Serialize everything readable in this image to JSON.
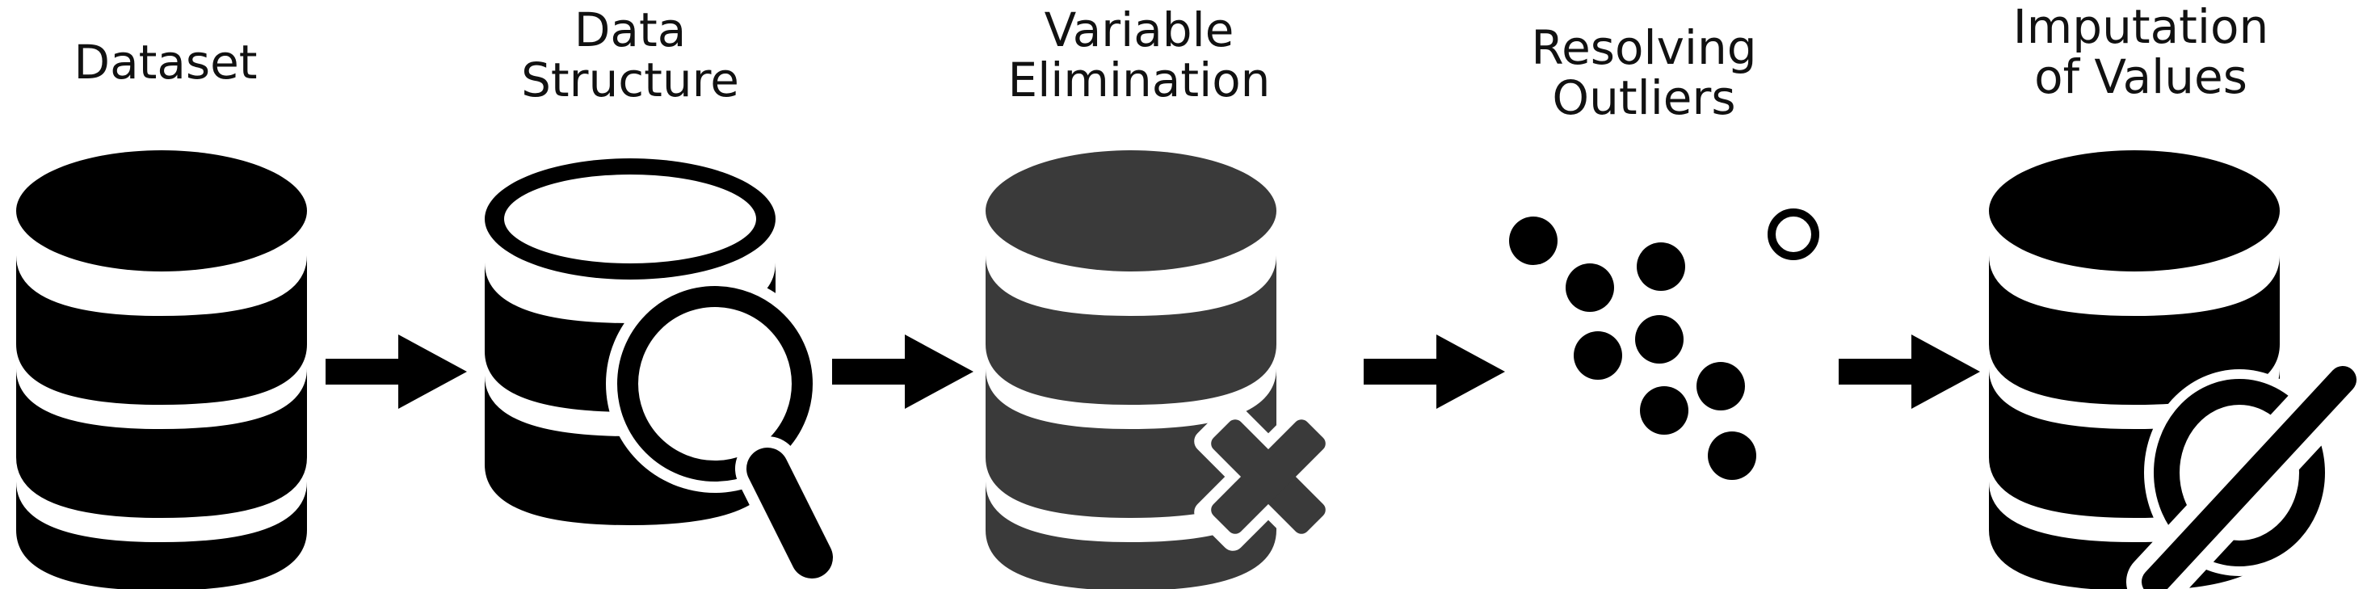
{
  "steps": [
    {
      "id": "dataset",
      "line1": "Dataset",
      "line2": "",
      "icon": "database-icon"
    },
    {
      "id": "structure",
      "line1": "Data",
      "line2": "Structure",
      "icon": "database-magnifier-icon"
    },
    {
      "id": "varelim",
      "line1": "Variable",
      "line2": "Elimination",
      "icon": "database-remove-icon"
    },
    {
      "id": "outliers",
      "line1": "Resolving",
      "line2": "Outliers",
      "icon": "scatter-outlier-icon"
    },
    {
      "id": "impute",
      "line1": "Imputation",
      "line2": "of Values",
      "icon": "database-null-icon"
    }
  ],
  "colors": {
    "ink": "#000000",
    "muted": "#3a3a3a",
    "background": "#ffffff"
  }
}
